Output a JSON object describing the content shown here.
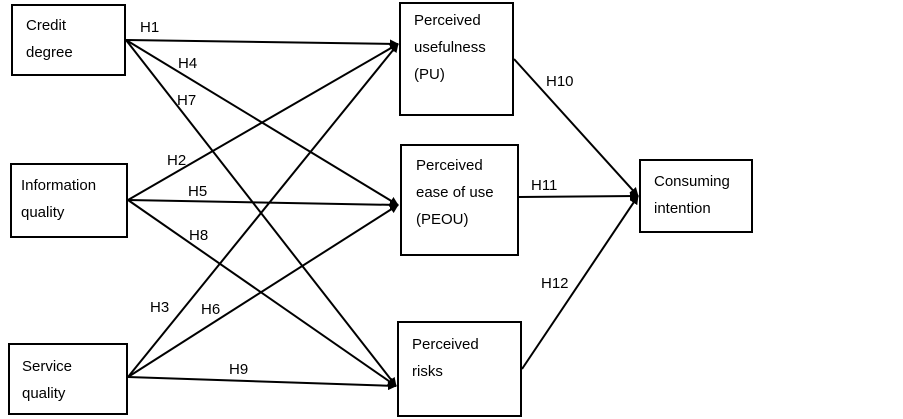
{
  "nodes": {
    "credit": {
      "label": "Credit\ndegree"
    },
    "info": {
      "label": "Information\nquality"
    },
    "service": {
      "label": "Service\nquality"
    },
    "pu": {
      "label": "Perceived\nusefulness\n(PU)"
    },
    "peou": {
      "label": "Perceived\nease of use\n(PEOU)"
    },
    "risk": {
      "label": "Perceived\nrisks"
    },
    "intent": {
      "label": "Consuming\nintention"
    }
  },
  "edges": [
    {
      "id": "H1",
      "from": "Credit degree",
      "to": "Perceived usefulness (PU)"
    },
    {
      "id": "H4",
      "from": "Credit degree",
      "to": "Perceived ease of use (PEOU)"
    },
    {
      "id": "H7",
      "from": "Credit degree",
      "to": "Perceived risks"
    },
    {
      "id": "H2",
      "from": "Information quality",
      "to": "Perceived usefulness (PU)"
    },
    {
      "id": "H5",
      "from": "Information quality",
      "to": "Perceived ease of use (PEOU)"
    },
    {
      "id": "H8",
      "from": "Information quality",
      "to": "Perceived risks"
    },
    {
      "id": "H3",
      "from": "Service quality",
      "to": "Perceived usefulness (PU)"
    },
    {
      "id": "H6",
      "from": "Service quality",
      "to": "Perceived ease of use (PEOU)"
    },
    {
      "id": "H9",
      "from": "Service quality",
      "to": "Perceived risks"
    },
    {
      "id": "H10",
      "from": "Perceived usefulness (PU)",
      "to": "Consuming intention"
    },
    {
      "id": "H11",
      "from": "Perceived ease of use (PEOU)",
      "to": "Consuming intention"
    },
    {
      "id": "H12",
      "from": "Perceived risks",
      "to": "Consuming intention"
    }
  ],
  "colors": {
    "stroke": "#000000",
    "background": "#ffffff"
  }
}
